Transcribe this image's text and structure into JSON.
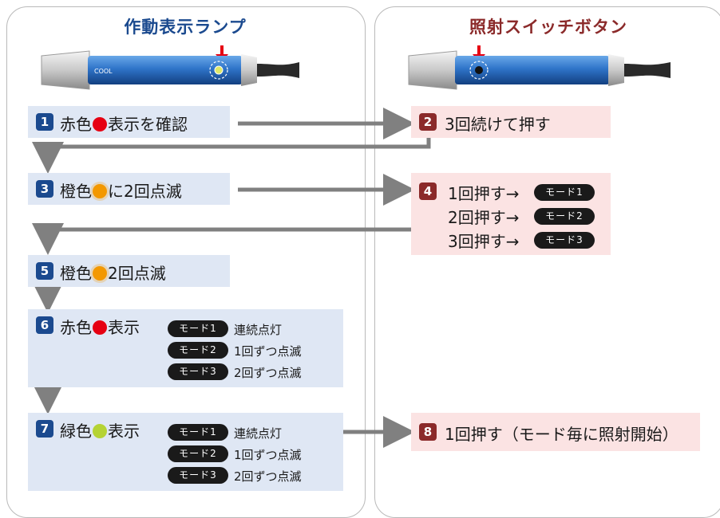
{
  "left_title": "作動表示ランプ",
  "right_title": "照射スイッチボタン",
  "device_brand": "COOL",
  "colors": {
    "red": "#e60012",
    "orange": "#f39800",
    "green": "#b5d334",
    "blue_num": "#1b4a8f",
    "red_num": "#8b2a2a",
    "arrow": "#808080"
  },
  "steps": {
    "s1": {
      "num": "1",
      "text_a": "赤色",
      "text_b": "表示を確認"
    },
    "s2": {
      "num": "2",
      "text": "3回続けて押す"
    },
    "s3": {
      "num": "3",
      "text_a": "橙色",
      "text_b": "に2回点滅"
    },
    "s4": {
      "num": "4",
      "lines": [
        "1回押す→",
        "2回押す→",
        "3回押す→"
      ],
      "modes": [
        "モード1",
        "モード2",
        "モード3"
      ]
    },
    "s5": {
      "num": "5",
      "text_a": "橙色",
      "text_b": "2回点滅"
    },
    "s6": {
      "num": "6",
      "text_a": "赤色",
      "text_b": "表示",
      "modes": [
        "モード1",
        "モード2",
        "モード3"
      ],
      "descs": [
        "連続点灯",
        "1回ずつ点滅",
        "2回ずつ点滅"
      ]
    },
    "s7": {
      "num": "7",
      "text_a": "緑色",
      "text_b": "表示",
      "modes": [
        "モード1",
        "モード2",
        "モード3"
      ],
      "descs": [
        "連続点灯",
        "1回ずつ点滅",
        "2回ずつ点滅"
      ]
    },
    "s8": {
      "num": "8",
      "text": "1回押す（モード毎に照射開始）"
    }
  }
}
